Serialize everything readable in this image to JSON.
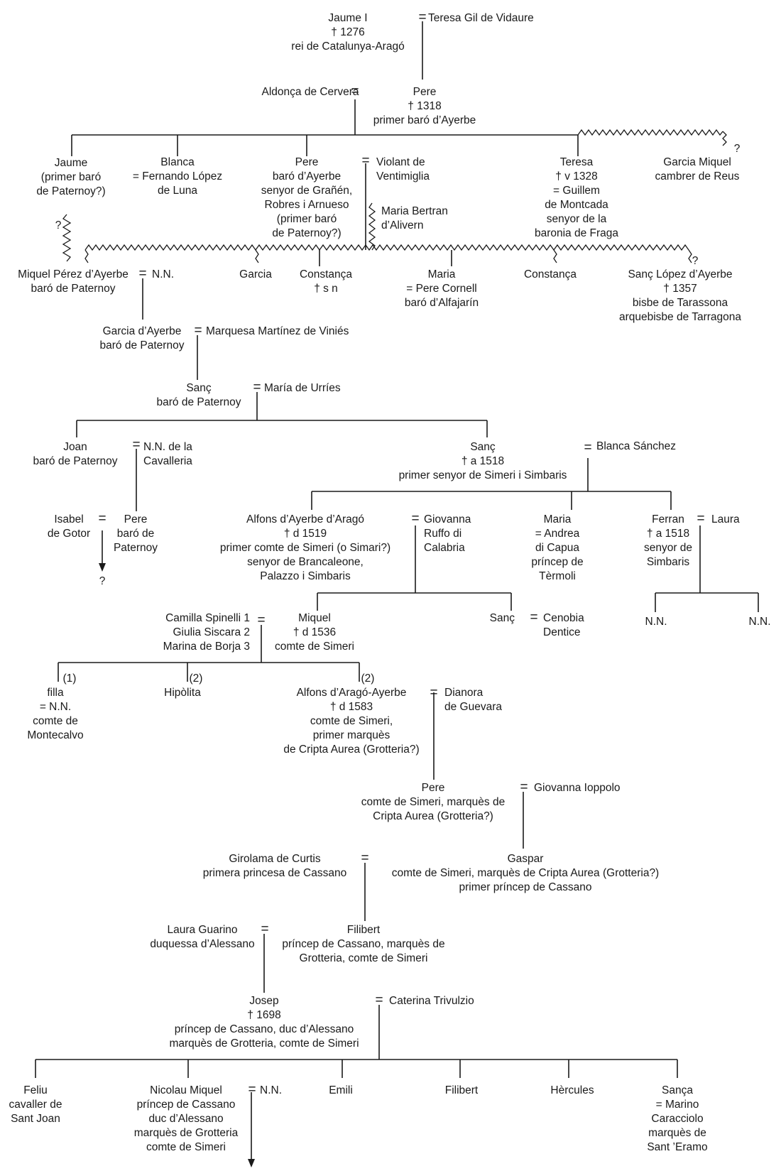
{
  "persons": [
    {
      "id": "jaume1",
      "lines": [
        "Jaume I",
        "† 1276",
        "rei de Catalunya-Aragó"
      ]
    },
    {
      "id": "teresa-gil",
      "lines": [
        "Teresa Gil de Vidaure"
      ]
    },
    {
      "id": "aldonca",
      "lines": [
        "Aldonça de Cervera"
      ]
    },
    {
      "id": "pere1318",
      "lines": [
        "Pere",
        "† 1318",
        "primer baró d’Ayerbe"
      ]
    },
    {
      "id": "jaume-paternoy",
      "lines": [
        "Jaume",
        "(primer baró",
        "de Paternoy?)"
      ]
    },
    {
      "id": "blanca",
      "lines": [
        "Blanca",
        "= Fernando López",
        "de Luna"
      ]
    },
    {
      "id": "pere-ayerbe",
      "lines": [
        "Pere",
        "baró d’Ayerbe",
        "senyor de Grañén,",
        "Robres i Arnueso",
        "(primer baró",
        "de Paternoy?)"
      ]
    },
    {
      "id": "violant",
      "lines": [
        "Violant de",
        "Ventimiglia"
      ]
    },
    {
      "id": "maria-bertran",
      "lines": [
        "Maria Bertran",
        "d’Alivern"
      ]
    },
    {
      "id": "teresa-1328",
      "lines": [
        "Teresa",
        "† v 1328",
        "= Guillem",
        "de Montcada",
        "senyor de la",
        "baronia de Fraga"
      ]
    },
    {
      "id": "garcia-miquel",
      "lines": [
        "Garcia Miquel",
        "cambrer de Reus"
      ]
    },
    {
      "id": "miquel-perez",
      "lines": [
        "Miquel Pérez d’Ayerbe",
        "baró de Paternoy"
      ]
    },
    {
      "id": "nn1",
      "lines": [
        "N.N."
      ]
    },
    {
      "id": "garcia",
      "lines": [
        "Garcia"
      ]
    },
    {
      "id": "constanca1",
      "lines": [
        "Constança",
        "† s n"
      ]
    },
    {
      "id": "maria-cornell",
      "lines": [
        "Maria",
        "= Pere Cornell",
        "baró d’Alfajarín"
      ]
    },
    {
      "id": "constanca2",
      "lines": [
        "Constança"
      ]
    },
    {
      "id": "sanc-lopez",
      "lines": [
        "Sanç López d’Ayerbe",
        "† 1357",
        "bisbe de Tarassona",
        "arquebisbe de Tarragona"
      ]
    },
    {
      "id": "garcia-ayerbe",
      "lines": [
        "Garcia d’Ayerbe",
        "baró de Paternoy"
      ]
    },
    {
      "id": "marquesa",
      "lines": [
        "Marquesa Martínez de Viniés"
      ]
    },
    {
      "id": "sanc-paternoy",
      "lines": [
        "Sanç",
        "baró de Paternoy"
      ]
    },
    {
      "id": "maria-urries",
      "lines": [
        "María de Urríes"
      ]
    },
    {
      "id": "joan",
      "lines": [
        "Joan",
        "baró de Paternoy"
      ]
    },
    {
      "id": "nn-cavalleria",
      "lines": [
        "N.N. de la",
        "Cavalleria"
      ]
    },
    {
      "id": "sanc-1518",
      "lines": [
        "Sanç",
        "† a 1518",
        "primer senyor de Simeri i Simbaris"
      ]
    },
    {
      "id": "blanca-sanchez",
      "lines": [
        "Blanca Sánchez"
      ]
    },
    {
      "id": "isabel",
      "lines": [
        "Isabel",
        "de Gotor"
      ]
    },
    {
      "id": "pere-paternoy",
      "lines": [
        "Pere",
        "baró de",
        "Paternoy"
      ]
    },
    {
      "id": "alfons1519",
      "lines": [
        "Alfons d’Ayerbe d’Aragó",
        "† d 1519",
        "primer comte de Simeri (o Simari?)",
        "senyor de Brancaleone,",
        "Palazzo i Simbaris"
      ]
    },
    {
      "id": "giovanna-ruffo",
      "lines": [
        "Giovanna",
        "Ruffo di",
        "Calabria"
      ]
    },
    {
      "id": "maria-capua",
      "lines": [
        "Maria",
        "= Andrea",
        "di Capua",
        "príncep de",
        "Tèrmoli"
      ]
    },
    {
      "id": "ferran",
      "lines": [
        "Ferran",
        "† a 1518",
        "senyor de",
        "Simbaris"
      ]
    },
    {
      "id": "laura",
      "lines": [
        "Laura"
      ]
    },
    {
      "id": "wives-miquel",
      "lines": [
        "Camilla Spinelli 1",
        "Giulia Siscara 2",
        "Marina de Borja 3"
      ]
    },
    {
      "id": "miquel1536",
      "lines": [
        "Miquel",
        "† d 1536",
        "comte de Simeri"
      ]
    },
    {
      "id": "sanc-cenobia",
      "lines": [
        "Sanç"
      ]
    },
    {
      "id": "cenobia",
      "lines": [
        "Cenobia",
        "Dentice"
      ]
    },
    {
      "id": "nn-a",
      "lines": [
        "N.N."
      ]
    },
    {
      "id": "nn-b",
      "lines": [
        "N.N."
      ]
    },
    {
      "id": "filla",
      "lines": [
        "filla",
        "= N.N.",
        "comte de",
        "Montecalvo"
      ]
    },
    {
      "id": "hipolita",
      "lines": [
        "Hipòlita"
      ]
    },
    {
      "id": "alfons1583",
      "lines": [
        "Alfons d’Aragó-Ayerbe",
        "† d 1583",
        "comte de Simeri,",
        "primer marquès",
        "de Cripta Aurea (Grotteria?)"
      ]
    },
    {
      "id": "dianora",
      "lines": [
        "Dianora",
        "de Guevara"
      ]
    },
    {
      "id": "pere-simeri",
      "lines": [
        "Pere",
        "comte de Simeri, marquès de",
        "Cripta Aurea (Grotteria?)"
      ]
    },
    {
      "id": "giovanna-ioppolo",
      "lines": [
        "Giovanna Ioppolo"
      ]
    },
    {
      "id": "girolama",
      "lines": [
        "Girolama de Curtis",
        "primera princesa de Cassano"
      ]
    },
    {
      "id": "gaspar",
      "lines": [
        "Gaspar",
        "comte de Simeri, marquès de Cripta Aurea (Grotteria?)",
        "primer príncep de Cassano"
      ]
    },
    {
      "id": "laura-guarino",
      "lines": [
        "Laura Guarino",
        "duquessa d’Alessano"
      ]
    },
    {
      "id": "filibert1",
      "lines": [
        "Filibert",
        "príncep de Cassano, marquès de",
        "Grotteria, comte de Simeri"
      ]
    },
    {
      "id": "josep",
      "lines": [
        "Josep",
        "† 1698",
        "príncep de Cassano, duc d’Alessano",
        "marquès de Grotteria, comte de Simeri"
      ]
    },
    {
      "id": "caterina",
      "lines": [
        "Caterina Trivulzio"
      ]
    },
    {
      "id": "feliu",
      "lines": [
        "Feliu",
        "cavaller de",
        "Sant Joan"
      ]
    },
    {
      "id": "nicolau",
      "lines": [
        "Nicolau Miquel",
        "príncep de Cassano",
        "duc d’Alessano",
        "marquès de Grotteria",
        "comte de Simeri"
      ]
    },
    {
      "id": "nn-nicolau",
      "lines": [
        "N.N."
      ]
    },
    {
      "id": "emili",
      "lines": [
        "Emili"
      ]
    },
    {
      "id": "filibert2",
      "lines": [
        "Filibert"
      ]
    },
    {
      "id": "hercules",
      "lines": [
        "Hèrcules"
      ]
    },
    {
      "id": "sanca",
      "lines": [
        "Sança",
        "= Marino",
        "Caracciolo",
        "marquès de",
        "Sant ’Eramo"
      ]
    }
  ],
  "marks": {
    "marriage": "=",
    "uncertain": "?",
    "marriage_1": "(1)",
    "marriage_2": "(2)"
  }
}
